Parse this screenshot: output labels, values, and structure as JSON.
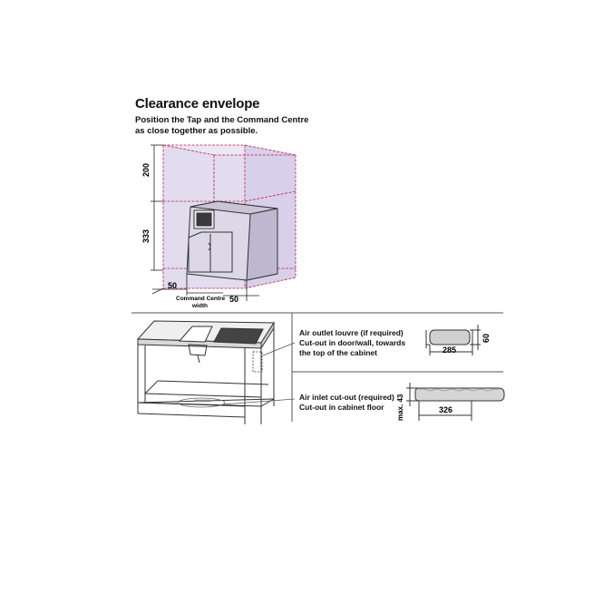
{
  "header": {
    "title": "Clearance envelope",
    "subtitle_lines": [
      "Position the Tap and the Command Centre",
      "as close together as possible."
    ]
  },
  "clearance": {
    "dim_top": "200",
    "dim_side": "333",
    "dim_left": "50",
    "dim_right": "50",
    "width_label_line1": "Command Centre",
    "width_label_line2": "width"
  },
  "outlet": {
    "title": "Air outlet louvre (if required)",
    "line2": "Cut-out in door/wall, towards",
    "line3": "the top of the cabinet",
    "dim_width": "285",
    "dim_height": "60"
  },
  "inlet": {
    "title": "Air inlet cut-out (required)",
    "line2": "Cut-out in cabinet floor",
    "dim_width": "326",
    "dim_height": "max. 43"
  },
  "colors": {
    "envelope_fill": "#e2dcef",
    "envelope_edge": "#c0204a",
    "line": "#333333"
  }
}
